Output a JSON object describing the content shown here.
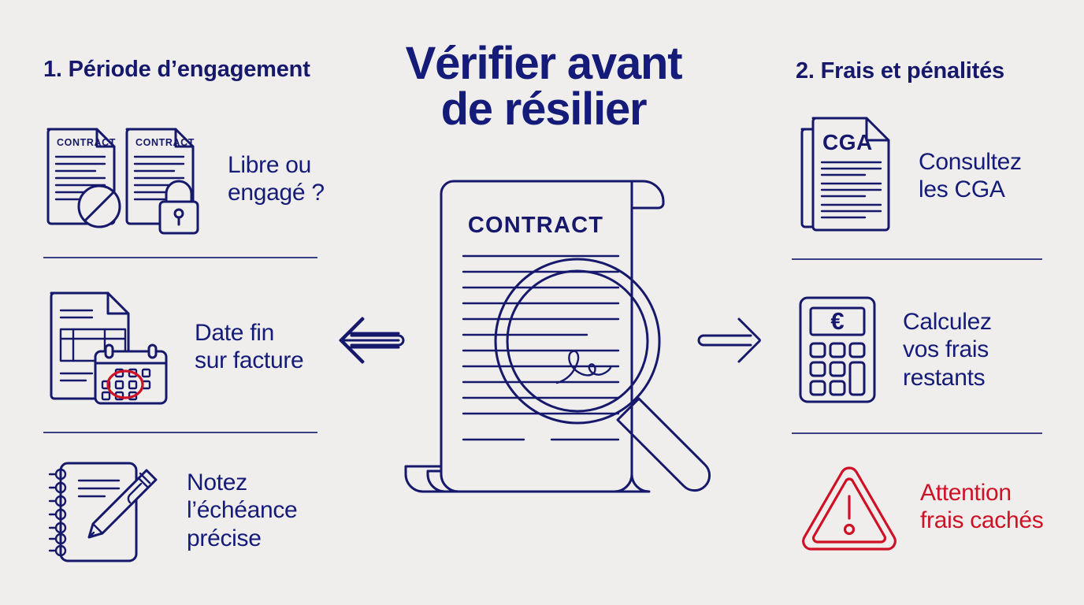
{
  "page": {
    "background_color": "#efeeec",
    "primary_color": "#16186b",
    "title_color": "#141b78",
    "danger_color": "#cf1126"
  },
  "title": {
    "line1": "Vérifier avant",
    "line2": "de résilier"
  },
  "columns": {
    "left": {
      "heading": "1. Période d’engagement",
      "items": [
        {
          "label_line1": "Libre ou",
          "label_line2": "engagé ?",
          "icon": "two-contracts-prohibited-locked-icon",
          "doc_label": "CONTRACT"
        },
        {
          "label_line1": "Date fin",
          "label_line2": "sur facture",
          "icon": "invoice-calendar-icon"
        },
        {
          "label_line1": "Notez",
          "label_line2": "l’échéance",
          "label_line3": "précise",
          "icon": "notepad-pen-icon"
        }
      ]
    },
    "right": {
      "heading": "2. Frais et pénalités",
      "items": [
        {
          "label_line1": "Consultez",
          "label_line2": "les CGA",
          "icon": "cga-document-icon",
          "doc_label": "CGA"
        },
        {
          "label_line1": "Calculez",
          "label_line2": "vos frais",
          "label_line3": "restants",
          "icon": "calculator-euro-icon",
          "display_symbol": "€"
        },
        {
          "label_line1": "Attention",
          "label_line2": "frais cachés",
          "icon": "warning-triangle-icon",
          "is_danger": true
        }
      ]
    }
  },
  "center": {
    "icon": "contract-magnifier-icon",
    "document_title": "CONTRACT"
  },
  "arrows": {
    "left": "arrow-left-icon",
    "right": "arrow-right-icon"
  }
}
